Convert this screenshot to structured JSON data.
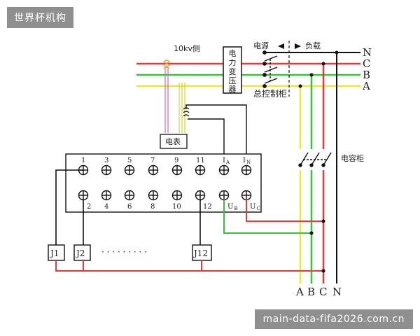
{
  "badge": "世界杯机构",
  "watermark": "main-data-fifa2026.com.cn",
  "hv_side": "10kv侧",
  "transformer": "电力变压器",
  "source": "电源",
  "load": "负载",
  "main_cabinet": "总控制柜",
  "meter": "电表",
  "capacitor_cabinet": "电容柜",
  "right_phases": [
    "N",
    "C",
    "B",
    "A"
  ],
  "bottom_phases": [
    "A",
    "B",
    "C",
    "N"
  ],
  "terminal_top": [
    "1",
    "3",
    "5",
    "7",
    "9",
    "11"
  ],
  "terminal_bottom": [
    "2",
    "4",
    "6",
    "8",
    "10",
    "12"
  ],
  "current_a": "I",
  "current_a_sub": "A",
  "current_n": "I",
  "current_n_sub": "N",
  "voltage_b": "U",
  "voltage_b_sub": "B",
  "voltage_c": "U",
  "voltage_c_sub": "C",
  "relays": [
    "J1",
    "J2",
    "J12"
  ],
  "ellipsis": "· · · · · · · · ·"
}
